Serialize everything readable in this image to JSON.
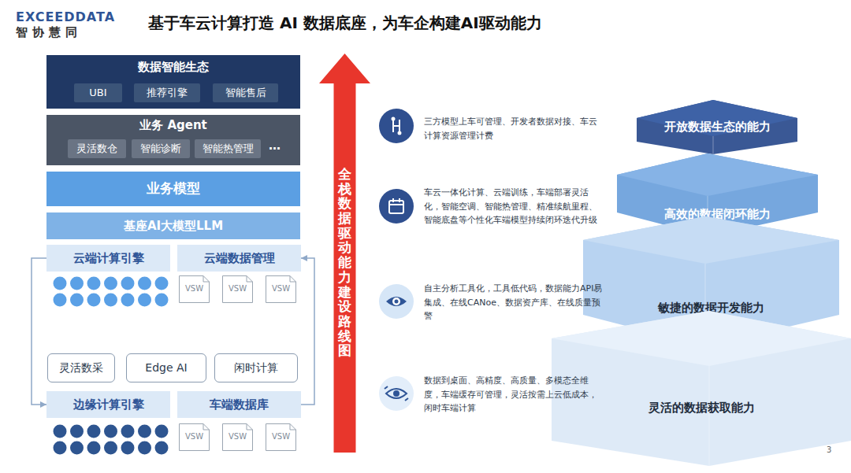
{
  "diagram": {
    "title": "基于车云计算打造 AI 数据底座，为车企构建AI驱动能力",
    "nodes": [
      {
        "text": [
          "数据智能生态"
        ]
      },
      {
        "text": [
          "UBI"
        ],
        "in": 0
      },
      {
        "text": [
          "推荐引擎"
        ],
        "in": 0
      },
      {
        "text": [
          "智能售后"
        ],
        "in": 0
      },
      {
        "text": [
          "业务 Agent"
        ]
      },
      {
        "text": [
          "灵活数仓"
        ],
        "in": 4
      },
      {
        "text": [
          "智能诊断"
        ],
        "in": 4
      },
      {
        "text": [
          "智能热管理"
        ],
        "in": 4
      },
      {
        "text": [
          "业务模型"
        ]
      },
      {
        "text": [
          "基座AI大模型LLM"
        ]
      },
      {
        "text": [
          "云端计算引擎"
        ]
      },
      {
        "text": [
          "云端数据管理"
        ]
      },
      {
        "text": [
          "VSW"
        ]
      },
      {
        "text": [
          "VSW"
        ]
      },
      {
        "text": [
          "VSW"
        ]
      },
      {
        "text": [
          "灵活数采"
        ]
      },
      {
        "text": [
          "Edge AI"
        ]
      },
      {
        "text": [
          "闲时计算"
        ]
      },
      {
        "text": [
          "边缘计算引擎"
        ]
      },
      {
        "text": [
          "车端数据库"
        ]
      },
      {
        "text": [
          "VSW"
        ]
      },
      {
        "text": [
          "VSW"
        ]
      },
      {
        "text": [
          "VSW"
        ]
      },
      {
        "text": [
          "全栈数据驱动能力建设路线图"
        ]
      },
      {
        "text": [
          "开放数据生态的能力"
        ]
      },
      {
        "text": [
          "高效的数据闭环能力"
        ]
      },
      {
        "text": [
          "敏捷的数据开发能力"
        ]
      },
      {
        "text": [
          "灵活的数据获取能力"
        ]
      }
    ],
    "edges": [
      {
        "from": 10,
        "to": 18,
        "arrow": "to"
      },
      {
        "from": 19,
        "to": 11,
        "arrow": "to"
      }
    ],
    "labels": [
      "EXCEEDDATA",
      "智协慧同",
      "…",
      "三方模型上车可管理、开发者数据对接、车云计算资源管理计费",
      "车云一体化计算、云端训练，车端部署灵活化，智能空调、智能热管理、精准续航里程、智能底盘等个性化车端模型持续闭环迭代升级",
      "自主分析工具化，工具低代码，数据能力API易集成、在线CANoe、数据资产库、在线质量预警",
      "数据到桌面、高精度、高质量、多模态全维度，车端缓存可管理，灵活按需上云低成本，闲时车端计算",
      "3"
    ]
  }
}
